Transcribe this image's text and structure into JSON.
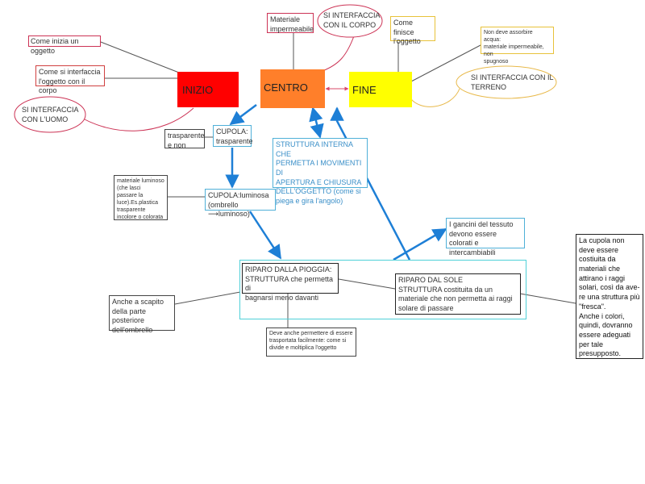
{
  "colors": {
    "inizio": "#ff0000",
    "centro": "#ff7f2a",
    "fine": "#ffff00",
    "arrow": "#1e7fd6",
    "line": "#555555",
    "oval": "#cc3355"
  },
  "main": {
    "inizio": "INIZIO",
    "centro": "CENTRO",
    "fine": "FINE"
  },
  "notes": {
    "come_inizia": "Come inizia un oggetto",
    "come_interfaccia_corpo": "Come si interfaccia\nl'oggetto con il corpo",
    "si_interfaccia_uomo": "SI INTERFACCIA\nCON L'UOMO",
    "materiale_impermeabile": "Materiale\nimpermeabile",
    "si_interfaccia_corpo": "SI INTERFACCIA\nCON IL CORPO",
    "come_finisce": "Come finisce\nl'oggetto",
    "non_deve_assorbire": "Non deve assorbire acqua:\nmateriale impermeabile, non\nspugnoso",
    "si_interfaccia_terreno": "SI INTERFACCIA CON IL\nTERRENO",
    "trasparente_e_non": "trasparente\ne non",
    "cupola_trasparente": "CUPOLA:\ntrasparente",
    "struttura_interna": "STRUTTURA INTERNA CHE\nPERMETTA I MOVIMENTI DI\nAPERTURA E CHIUSURA\nDELL'OGGETTO (come si\npiega e gira l'angolo)",
    "materiale_luminoso": "materiale luminoso\n(che lasci\npassare la\nluce).Es.plastica\ntrasparente\nincolore o colorata",
    "cupola_luminosa": "CUPOLA:luminosa\n(ombrello ⟶luminoso)",
    "ganci": "I gancini del tessuto\ndevono essere colorati e\nintercambiabili",
    "riparo_pioggia": "RIPARO DALLA PIOGGIA:\nSTRUTTURA che permetta di\nbagnarsi meno davanti",
    "riparo_sole": "RIPARO DAL SOLE\nSTRUTTURA costituita da un\nmateriale che non permetta ai raggi\nsolare di passare",
    "anche_a_scapito": "Anche a scapito\ndella parte\nposteriore\ndell'ombrello",
    "trasportata": "Deve anche permettere di essere\ntrasportata facilmente: come si\ndivide e moltiplica l'oggetto",
    "cupola_non_deve": "La cupola non\ndeve essere\ncostiuita da\nmateriali che\nattirano i raggi\nsolari, così da ave-\nre una struttura più\n\"fresca\".\nAnche i colori,\nquindi, dovranno\nessere adeguati\nper tale\npresupposto."
  }
}
